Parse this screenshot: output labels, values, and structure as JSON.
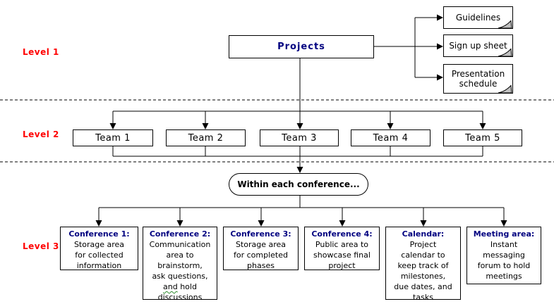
{
  "colors": {
    "level_label": "#ff0000",
    "heading": "#000080",
    "line": "#000000",
    "document_fold": "#c0c0c0",
    "spellcheck_squiggle": "#2e8b2e",
    "background": "#ffffff"
  },
  "levels": [
    {
      "label": "Level 1"
    },
    {
      "label": "Level 2"
    },
    {
      "label": "Level 3"
    }
  ],
  "root": {
    "label": "Projects"
  },
  "documents": [
    {
      "label": "Guidelines"
    },
    {
      "label": "Sign up sheet"
    },
    {
      "label": "Presentation\nschedule"
    }
  ],
  "teams": [
    {
      "label": "Team 1"
    },
    {
      "label": "Team 2"
    },
    {
      "label": "Team 3"
    },
    {
      "label": "Team 4"
    },
    {
      "label": "Team 5"
    }
  ],
  "oval": {
    "label": "Within each conference..."
  },
  "areas": [
    {
      "title": "Conference 1:",
      "body": "Storage area\nfor collected\ninformation"
    },
    {
      "title": "Conference 2:",
      "body_pre": "Communication\narea to\nbrainstorm,\nask questions,\n",
      "body_squiggle": "and",
      "body_post": " hold\ndiscussions"
    },
    {
      "title": "Conference 3:",
      "body": "Storage area\nfor completed\nphases"
    },
    {
      "title": "Conference 4:",
      "body": "Public area to\nshowcase final\nproject"
    },
    {
      "title": "Calendar:",
      "body": "Project\ncalendar to\nkeep track of\nmilestones,\ndue dates, and\ntasks"
    },
    {
      "title": "Meeting area:",
      "body": "Instant\nmessaging\nforum to hold\nmeetings"
    }
  ]
}
